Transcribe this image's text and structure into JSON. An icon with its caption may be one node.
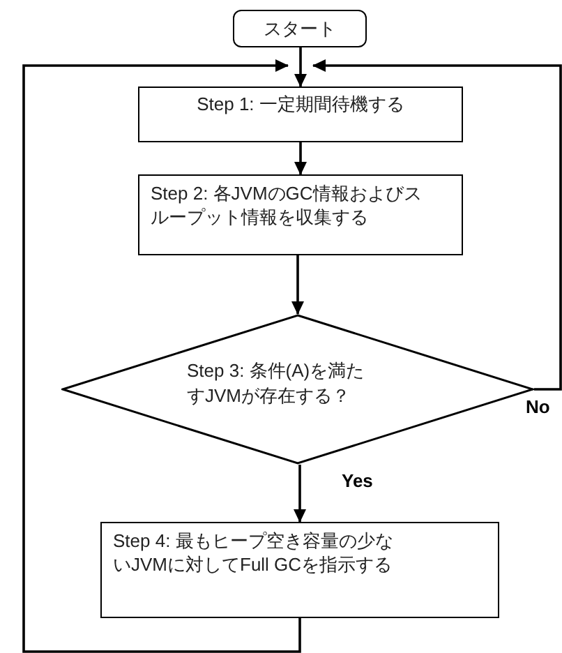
{
  "diagram": {
    "nodes": [
      {
        "text": [
          "スタート"
        ]
      },
      {
        "text": [
          "Step 1: 一定期間待機する"
        ]
      },
      {
        "text": [
          "Step 2: 各JVMのGC情報およびスループット情報を収集する"
        ]
      },
      {
        "text": [
          "Step 3: 条件(A)を満たすJVMが存在する？"
        ]
      },
      {
        "text": [
          "Step 4: 最もヒープ空き容量の少ないJVMに対してFull GCを指示する"
        ]
      }
    ],
    "edges": [
      {
        "from": 0,
        "to": 1,
        "arrow": "to"
      },
      {
        "from": 1,
        "to": 2,
        "arrow": "to"
      },
      {
        "from": 2,
        "to": 3,
        "arrow": "to"
      },
      {
        "from": 3,
        "to": 4,
        "arrow": "to",
        "label": "Yes"
      },
      {
        "from": 3,
        "to": 1,
        "arrow": "to",
        "label": "No"
      },
      {
        "from": 4,
        "to": 1,
        "arrow": "to"
      }
    ]
  }
}
